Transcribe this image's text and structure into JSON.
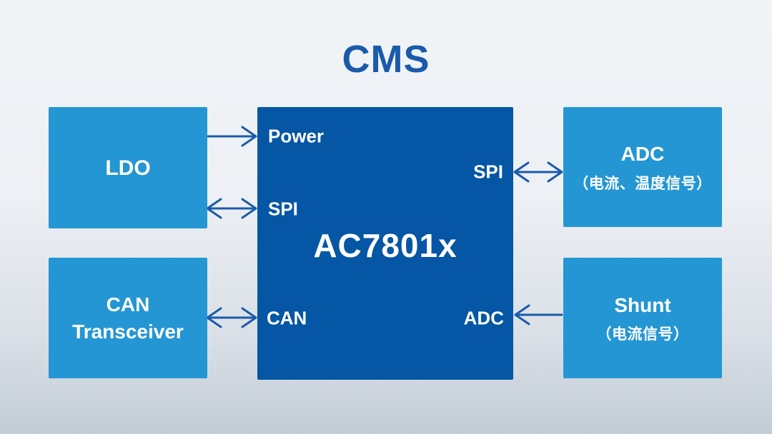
{
  "title": "CMS",
  "chip": {
    "name": "AC7801x",
    "port_power": "Power",
    "port_spi_left": "SPI",
    "port_spi_right": "SPI",
    "port_can": "CAN",
    "port_adc": "ADC"
  },
  "blocks": {
    "ldo": {
      "label": "LDO"
    },
    "can_transceiver": {
      "line1": "CAN",
      "line2": "Transceiver"
    },
    "adc": {
      "label": "ADC",
      "sublabel": "（电流、温度信号）"
    },
    "shunt": {
      "label": "Shunt",
      "sublabel": "（电流信号）"
    }
  },
  "connections": [
    {
      "from": "LDO",
      "to": "AC7801x",
      "port": "Power",
      "direction": "right"
    },
    {
      "from": "LDO",
      "to": "AC7801x",
      "port": "SPI",
      "direction": "both"
    },
    {
      "from": "CAN Transceiver",
      "to": "AC7801x",
      "port": "CAN",
      "direction": "both"
    },
    {
      "from": "AC7801x",
      "to": "ADC",
      "port": "SPI",
      "direction": "both"
    },
    {
      "from": "Shunt",
      "to": "AC7801x",
      "port": "ADC",
      "direction": "left"
    }
  ],
  "colors": {
    "title_text": "#1a5aaa",
    "chip_box": "#0556a5",
    "side_box": "#2496d3",
    "arrow": "#1a5aaa",
    "box_text": "#ffffff",
    "background_top": "#f1f4f7",
    "background_bottom": "#c3ccd5"
  }
}
